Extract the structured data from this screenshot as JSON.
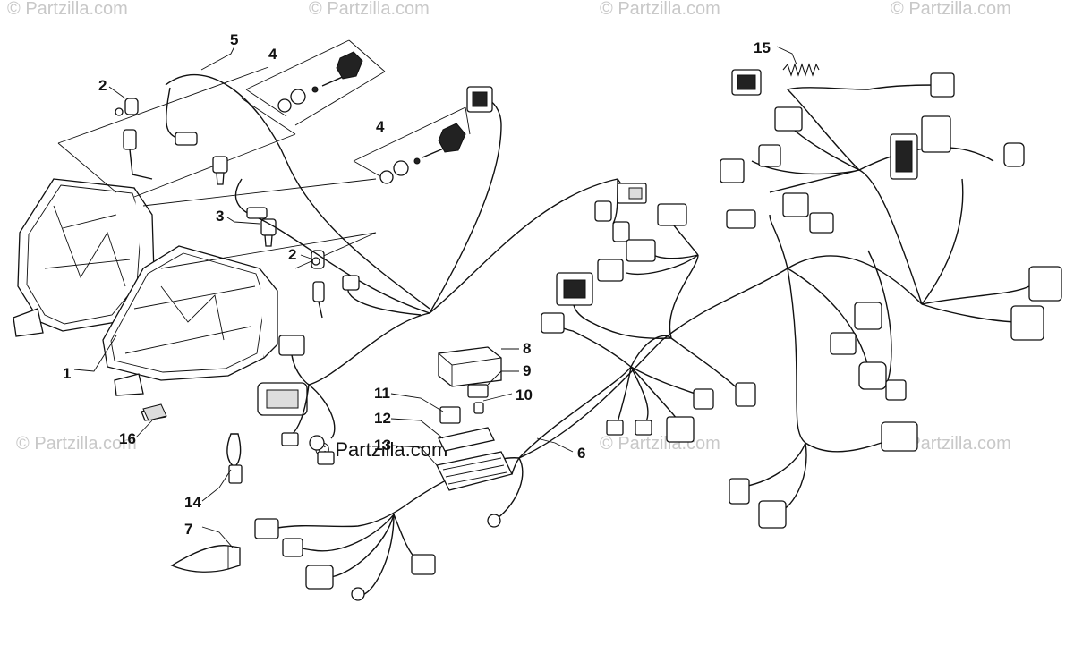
{
  "diagram": {
    "callouts": [
      "1",
      "2",
      "2",
      "3",
      "4",
      "4",
      "5",
      "6",
      "7",
      "8",
      "9",
      "10",
      "11",
      "12",
      "13",
      "14",
      "15",
      "16"
    ],
    "watermark_text": "Partzilla.com",
    "watermark_symbol": "©",
    "center_watermark_text": "Partzilla.com"
  }
}
